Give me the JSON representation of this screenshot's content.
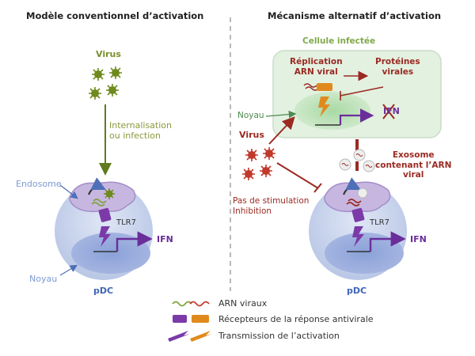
{
  "left_panel": {
    "title": "Modèle conventionnel d’activation",
    "virus_label": "Virus",
    "internalisation_lines": [
      "Internalisation",
      "ou infection"
    ],
    "endosome_label": "Endosome",
    "tlr7_label": "TLR7",
    "ifn_label": "IFN",
    "noyau_label": "Noyau",
    "pdc_label": "pDC"
  },
  "right_panel": {
    "title": "Mécanisme alternatif d’activation",
    "infected_cell_label": "Cellule infectée",
    "replication_lines": [
      "Réplication",
      "ARN viral"
    ],
    "proteins_lines": [
      "Protéines",
      "virales"
    ],
    "noyau_label": "Noyau",
    "ifn_crossed_label": "IFN",
    "virus_label": "Virus",
    "exosome_lines": [
      "Exosome",
      "contenant l’ARN",
      "viral"
    ],
    "no_stimulation_lines": [
      "Pas de stimulation",
      "Inhibition"
    ],
    "tlr7_label": "TLR7",
    "ifn_label": "IFN",
    "pdc_label": "pDC"
  },
  "legend": {
    "items": [
      {
        "label": "ARN viraux"
      },
      {
        "label": "Récepteurs de la réponse antivirale"
      },
      {
        "label": "Transmission de l’activation"
      }
    ]
  },
  "colors": {
    "green": "#8a9a3c",
    "red": "#9b2a22",
    "blue_cell": "#c9d6ee",
    "purple": "#7b3aa8",
    "orange": "#e08a1e",
    "infected_cell": "#e3f1e1"
  }
}
